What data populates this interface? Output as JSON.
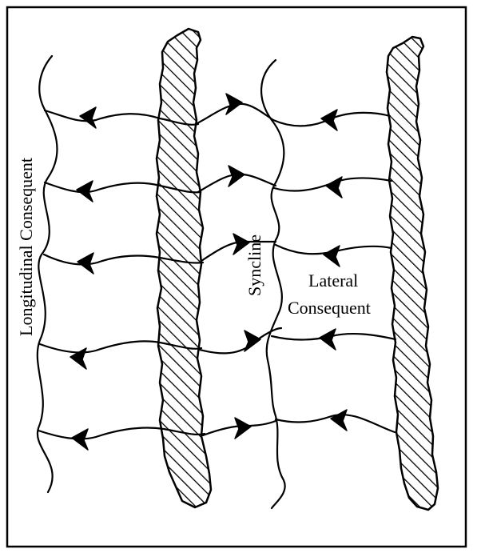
{
  "labels": {
    "longitudinal": "Longitudinal  Consequent",
    "syncline": "Syncline",
    "lateral_line1": "Lateral",
    "lateral_line2": "Consequent"
  },
  "colors": {
    "ink": "#000000",
    "paper": "#ffffff"
  }
}
